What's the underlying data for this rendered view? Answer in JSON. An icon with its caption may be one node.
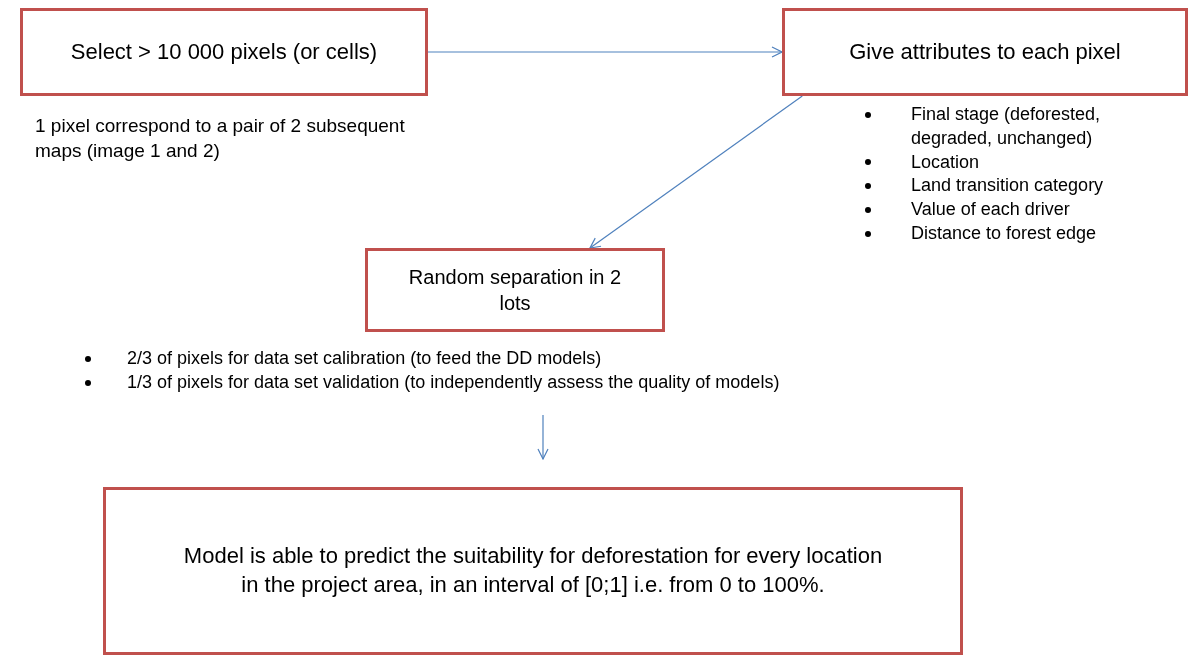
{
  "diagram": {
    "nodes": [
      {
        "text": [
          "Select > 10 000 pixels (or cells)"
        ],
        "beside": [
          "1 pixel correspond to a pair of 2 subsequent maps (image 1 and 2)"
        ]
      },
      {
        "text": [
          "Give attributes to each pixel"
        ],
        "beside": [
          "Final stage (deforested, degraded, unchanged)",
          "Location",
          "Land transition category",
          "Value of each driver",
          "Distance to forest edge"
        ]
      },
      {
        "text": [
          "Random separation in 2 lots"
        ],
        "beside": [
          "2/3 of pixels for data set calibration (to feed the DD models)",
          "1/3 of pixels for data set validation (to independently assess the quality of models)"
        ]
      },
      {
        "text": [
          "Model is able to predict the suitability for deforestation for every location in the project area, in an interval of [0;1] i.e. from 0 to 100%."
        ]
      }
    ],
    "edges": [
      {
        "from": 0,
        "to": 1,
        "arrow": "to"
      },
      {
        "from": 1,
        "to": 2,
        "arrow": "to"
      },
      {
        "from": 2,
        "to": 3,
        "arrow": "to"
      }
    ]
  }
}
